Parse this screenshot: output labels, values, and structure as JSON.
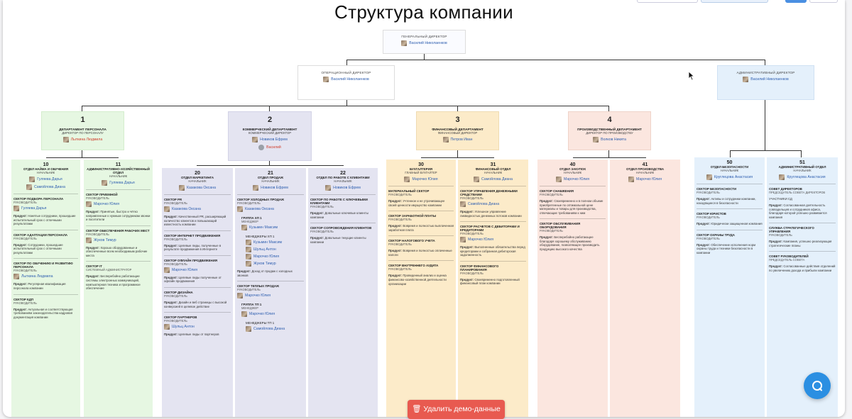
{
  "title": "Структура компании",
  "delete_button": "Удалить демо-данные",
  "colors": {
    "green": "#e6f7e2",
    "purple": "#e4e4f1",
    "orange": "#fcebc9",
    "pink": "#fbe6df",
    "blue": "#e4f0fb",
    "accent": "#2b8fe2",
    "danger": "#e85a50"
  },
  "ceo": {
    "role": "ГЕНЕРАЛЬНЫЙ ДИРЕКТОР",
    "name": "Василий Николаенков"
  },
  "coo": {
    "role": "ОПЕРАЦИОННЫЙ ДИРЕКТОР",
    "name": "Василий Николаенков"
  },
  "cao": {
    "role": "АДМИНИСТРАТИВНЫЙ ДИРЕКТОР",
    "name": "Василий Николаенков"
  },
  "departments": [
    {
      "num": "1",
      "name": "ДЕПАРТАМЕНТ ПЕРСОНАЛА",
      "role": "ДИРЕКТОР ПО ПЕРСОНАЛУ",
      "head": "Лыткина Людмила"
    },
    {
      "num": "2",
      "name": "КОММЕРЧЕСКИЙ ДЕПАРТАМЕНТ",
      "role": "КОММЕРЧЕСКИЙ ДИРЕКТОР",
      "head": "Новиков Ефрем",
      "extra": "Василий"
    },
    {
      "num": "3",
      "name": "ФИНАНСОВЫЙ ДЕПАРТАМЕНТ",
      "role": "ФИНАНСОВЫЙ ДИРЕКТОР",
      "head": "Петров Иван"
    },
    {
      "num": "4",
      "name": "ПРОИЗВОДСТВЕННЫЙ ДЕПАРТАМЕНТ",
      "role": "ДИРЕКТОР ПО ПРОИЗВОДСТВУ",
      "head": "Волков Никита"
    }
  ],
  "columns": [
    {
      "num": "10",
      "name": "ОТДЕЛ НАЙМА И ОБУЧЕНИЯ",
      "role": "НАЧАЛЬНИК",
      "people": [
        "Гуляева Дарья",
        "Самойлова Диана"
      ],
      "sectors": [
        {
          "title": "СЕКТОР ПОДБОРА ПЕРСОНАЛА",
          "role": "РУКОВОДИТЕЛЬ",
          "person": "Гуляева Дарья",
          "product": "Нанятые сотрудники, прошедшие испытательный срок с отличными результатами"
        },
        {
          "title": "СЕКТОР АДАПТАЦИИ ПЕРСОНАЛА",
          "role": "РУКОВОДИТЕЛЬ",
          "product": "Сотрудники, прошедшие испытательный срок с отличными результатами"
        },
        {
          "title": "СЕКТОР ПО ОБУЧЕНИЮ И РАЗВИТИЮ ПЕРСОНАЛА",
          "role": "РУКОВОДИТЕЛЬ",
          "person": "Лыткина Людмила",
          "product": "Регулярная квалификация персонала компании"
        },
        {
          "title": "СЕКТОР КДП",
          "role": "РУКОВОДИТЕЛЬ",
          "product": "Актуальная и соответствующая требованиям законодательства кадровая документация компании"
        }
      ]
    },
    {
      "num": "11",
      "name": "АДМИНИСТРАТИВНО-ХОЗЯЙСТВЕННЫЙ ОТДЕЛ",
      "role": "НАЧАЛЬНИК",
      "people": [
        "Гуляева Дарья"
      ],
      "sectors": [
        {
          "title": "СЕКТОР ПРИЕМНОЙ",
          "role": "РУКОВОДИТЕЛЬ",
          "person": "Марочко Юлия",
          "product": "Принятые, быстро и чётко направленные к нужным сотрудникам звонки и посетители"
        },
        {
          "title": "СЕКТОР ОБЕСПЕЧЕНИЯ РАБОЧИХ МЕСТ",
          "role": "РУКОВОДИТЕЛЬ",
          "person": "Жуков Тимур",
          "product": "Хорошо оборудованные и обеспеченные всем необходимым рабочие места"
        },
        {
          "title": "СЕКТОР IT",
          "role": "СИСТЕМНЫЙ АДМИНИСТРАТОР",
          "product": "Бесперебойно работающие системы электронных коммуникаций, компьютерная техника и программное обеспечение"
        }
      ]
    },
    {
      "num": "20",
      "name": "ОТДЕЛ МАРКЕТИНГА",
      "role": "НАЧАЛЬНИК",
      "people": [
        "Казакова Оксана"
      ],
      "sectors": [
        {
          "title": "СЕКТОР PR",
          "role": "РУКОВОДИТЕЛЬ",
          "person": "Казакова Оксана",
          "product": "Качественный PR, расширяющий количество клиентов и повышающий известность компании"
        },
        {
          "title": "СЕКТОР ИНТЕРНЕТ ПРОДВИЖЕНИЯ",
          "role": "РУКОВОДИТЕЛЬ",
          "product": "Целевые лиды, полученные в результате продвижения в Интернете"
        },
        {
          "title": "СЕКТОР ОФЛАЙН ПРОДВИЖЕНИЯ",
          "role": "РУКОВОДИТЕЛЬ",
          "person": "Марочко Юлия",
          "product": "Целевые лиды полученные от офлайн продвижения"
        },
        {
          "title": "СЕКТОР ДИЗАЙНА",
          "role": "РУКОВОДИТЕЛЬ",
          "product": "Дизайн и веб страницы с высокой конверсией в целевое действие"
        },
        {
          "title": "СЕКТОР ПАРТНЕРОВ",
          "role": "РУКОВОДИТЕЛЬ",
          "person": "Шульц Антон",
          "product": "Целевые лиды от партнеров"
        }
      ]
    },
    {
      "num": "21",
      "name": "ОТДЕЛ ПРОДАЖ",
      "role": "НАЧАЛЬНИК",
      "people": [
        "Новиков Ефрем"
      ],
      "sectors": [
        {
          "title": "СЕКТОР ХОЛОДНЫХ ПРОДАЖ",
          "role": "РУКОВОДИТЕЛЬ",
          "person": "Казакова Оксана",
          "group": {
            "title": "ГРУППА ХП 1",
            "role": "МЕНЕДЖЕР",
            "person": "Кузьмин Максим",
            "members_title": "МЕНЕДЖЕРЫ ХП 1",
            "members": [
              "Кузьмин Максим",
              "Шульц Антон",
              "Марочко Юлия",
              "Жуков Тимур"
            ]
          },
          "product": "Доход от продаж с холодных звонков"
        },
        {
          "title": "СЕКТОР ТЕПЛЫХ ПРОДАЖ",
          "role": "РУКОВОДИТЕЛЬ",
          "person": "Марочко Юлия",
          "group": {
            "title": "ГРУППА ТП 1",
            "role": "МЕНЕДЖЕР",
            "person": "Марочко Юлия",
            "members_title": "МЕНЕДЖЕРЫ ТП 1",
            "members": [
              "Самойлова Диана"
            ]
          }
        }
      ]
    },
    {
      "num": "22",
      "name": "ОТДЕЛ ПО РАБОТЕ С КЛИЕНТАМИ",
      "role": "НАЧАЛЬНИК",
      "people": [
        "Новиков Ефрем"
      ],
      "sectors": [
        {
          "title": "СЕКТОР ПО РАБОТЕ С КЛЮЧЕВЫМИ КЛИЕНТАМИ",
          "role": "РУКОВОДИТЕЛЬ",
          "product": "Довольные ключевые клиенты компании"
        },
        {
          "title": "СЕКТОР СОПРОВОЖДЕНИЯ КЛИЕНТОВ",
          "role": "РУКОВОДИТЕЛЬ",
          "product": "Довольные текущие клиенты компании"
        }
      ]
    },
    {
      "num": "30",
      "name": "БУХГАЛТЕРИЯ",
      "role": "ГЛАВНЫЙ БУХГАЛТЕР",
      "people": [
        "Марочко Юлия"
      ],
      "sectors": [
        {
          "title": "МАТЕРИАЛЬНЫЙ СЕКТОР",
          "role": "РУКОВОДИТЕЛЬ",
          "product": "Учтенное и не утрачивающее своей ценности имущество компании"
        },
        {
          "title": "СЕКТОР ЗАРАБОТНОЙ ПЛАТЫ",
          "role": "РУКОВОДИТЕЛЬ",
          "product": "Вовремя и полностью выплаченная заработная плата"
        },
        {
          "title": "СЕКТОР НАЛОГОВОГО УЧЕТА",
          "role": "РУКОВОДИТЕЛЬ",
          "product": "Вовремя и полностью оплаченные налоги"
        },
        {
          "title": "СЕКТОР ВНУТРЕННЕГО АУДИТА",
          "role": "РУКОВОДИТЕЛЬ",
          "product": "Проведенный анализ и оценка финансово-хозяйственной деятельности организации"
        }
      ]
    },
    {
      "num": "31",
      "name": "ФИНАНСОВЫЙ ОТДЕЛ",
      "role": "НАЧАЛЬНИК",
      "people": [
        "Самойлова Диана"
      ],
      "sectors": [
        {
          "title": "СЕКТОР УПРАВЛЕНИЯ ДЕНЕЖНЫМИ СРЕДСТВАМИ",
          "role": "РУКОВОДИТЕЛЬ",
          "person": "Самойлова Диана",
          "product": "Успешное управление ликвидностью денежных потоков компании"
        },
        {
          "title": "СЕКТОР РАСЧЕТОВ С ДЕБИТОРАМИ И КРЕДИТОРАМИ",
          "role": "РУКОВОДИТЕЛЬ",
          "person": "Марочко Юлия",
          "product": "Выполненные обязательства перед кредиторами и собранная дебиторская задолженность"
        },
        {
          "title": "СЕКТОР ФИНАНСОВОГО ПЛАНИРОВАНИЯ",
          "role": "РУКОВОДИТЕЛЬ",
          "product": "Своевременно подготовленный финансовый план компании"
        }
      ]
    },
    {
      "num": "40",
      "name": "ОТДЕЛ ЗАКУПОК",
      "role": "НАЧАЛЬНИК",
      "people": [
        "Марочко Юлия"
      ],
      "sectors": [
        {
          "title": "СЕКТОР СНАБЖЕНИЯ",
          "role": "РУКОВОДИТЕЛЬ",
          "product": "Своевременно и в полном объеме приобретенные по оптимальной цене материалы и товары для производства, отвечающие требованиям к ним"
        },
        {
          "title": "СЕКТОР ОБСЛУЖИВАНИЯ ОБОРУДОВАНИЯ",
          "role": "РУКОВОДИТЕЛЬ",
          "product": "Бесперебойно работающее благодаря хорошему обслуживанию оборудование, позволяющее производить продукцию высокого качества"
        }
      ]
    },
    {
      "num": "41",
      "name": "ОТДЕЛ ПРОИЗВОДСТВА",
      "role": "НАЧАЛЬНИК",
      "people": [
        "Марочко Юлия"
      ],
      "sectors": []
    },
    {
      "num": "50",
      "name": "ОТДЕЛ БЕЗОПАСНОСТИ",
      "role": "НАЧАЛЬНИК",
      "people": [
        "Круглецова Анастасия"
      ],
      "sectors": [
        {
          "title": "СЕКТОР БЕЗОПАСНОСТИ",
          "role": "РУКОВОДИТЕЛЬ",
          "product": "Активы и сотрудники компании, находящиеся в безопасности"
        },
        {
          "title": "СЕКТОР ЮРИСТОВ",
          "role": "РУКОВОДИТЕЛЬ",
          "product": "Юридически защищенная компания"
        },
        {
          "title": "СЕКТОР ОХРАНЫ ТРУДА",
          "role": "РУКОВОДИТЕЛЬ",
          "product": "Обеспечение исполнения норм охраны труда и техники безопасности в компании"
        }
      ]
    },
    {
      "num": "51",
      "name": "АДМИНИСТРАТИВНЫЙ ОТДЕЛ",
      "role": "НАЧАЛЬНИК",
      "people": [
        "Круглецова Анастасия"
      ],
      "sectors": [
        {
          "title": "СОВЕТ ДИРЕКТОРОВ",
          "role": "ПРЕДСЕДАТЕЛЬ СОВЕТА ДИРЕКТОРОВ",
          "plain": "УЧАСТНИКИ СД",
          "product": "Согласованная деятельность совладельцев и сотрудников офиса, благодаря которой успешно развивается компания"
        },
        {
          "title": "СЛУЖБА СТРАТЕГИЧЕСКОГО УПРАВЛЕНИЯ",
          "role": "РУКОВОДИТЕЛЬ",
          "product": "Компания, успешно реализующая стратегические планы"
        },
        {
          "title": "СОВЕТ РУКОВОДИТЕЛЕЙ",
          "role": "ПРЕДСЕДАТЕЛЬ СОВЕТА",
          "product": "Согласованные действия отделений по увеличению дохода и прибыли компании"
        }
      ]
    }
  ],
  "product_label": "Продукт:"
}
